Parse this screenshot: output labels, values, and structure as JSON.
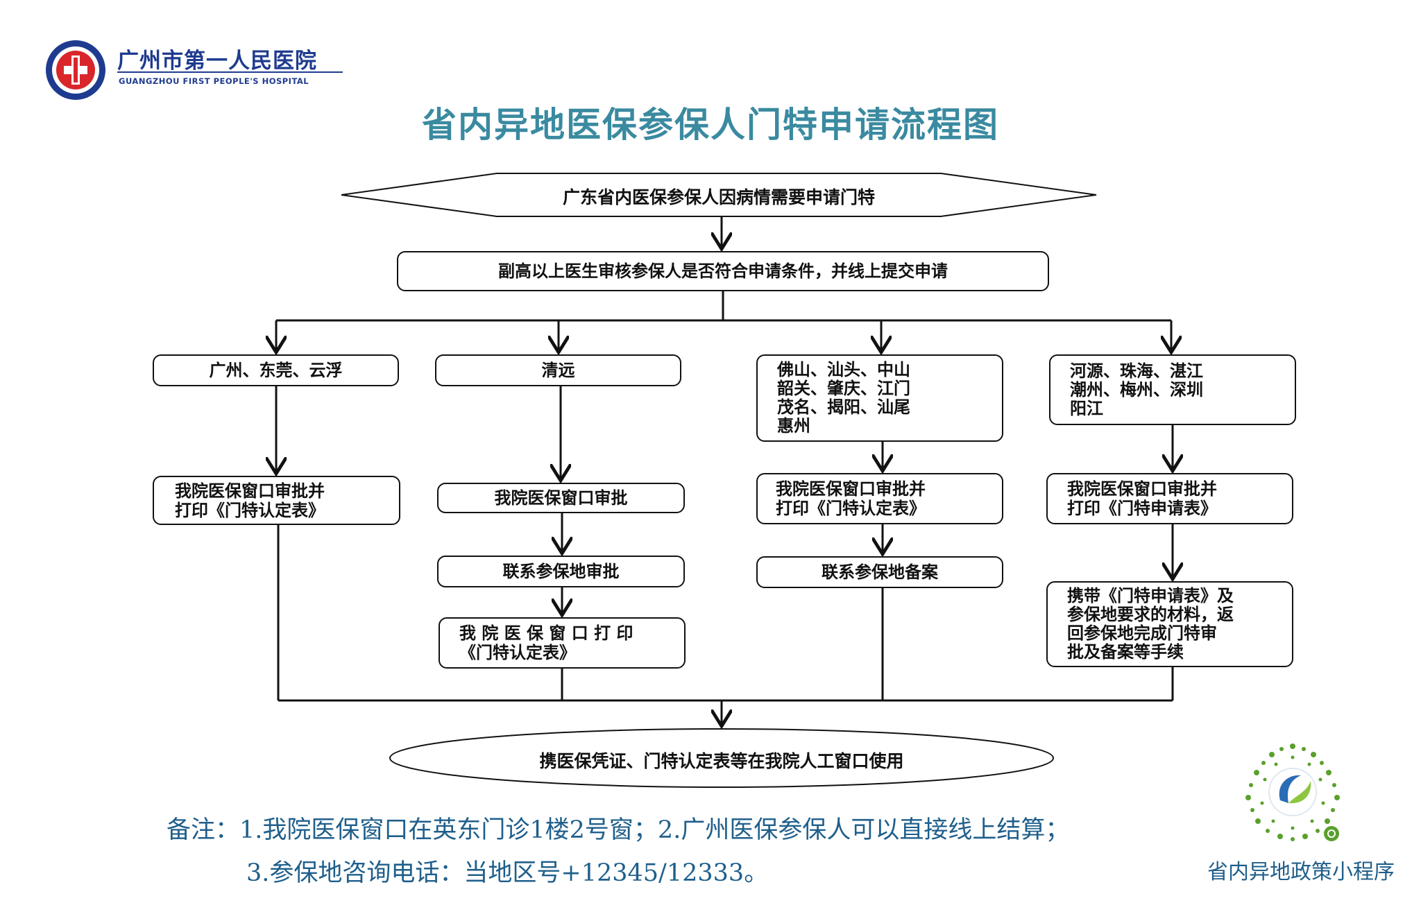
{
  "hospital": {
    "name_cn": "广州市第一人民医院",
    "name_en": "GUANGZHOU FIRST PEOPLE'S HOSPITAL"
  },
  "title": "省内异地医保参保人门特申请流程图",
  "flow": {
    "start": "广东省内医保参保人因病情需要申请门特",
    "review": "副高以上医生审核参保人是否符合申请条件，并线上提交申请",
    "branches": [
      {
        "region": "广州、东莞、云浮",
        "steps": [
          "我院医保窗口审批并\n打印《门特认定表》"
        ]
      },
      {
        "region": "清远",
        "steps": [
          "我院医保窗口审批",
          "联系参保地审批",
          "我 院 医 保 窗 口 打 印\n《门特认定表》"
        ]
      },
      {
        "region": "佛山、汕头、中山\n韶关、肇庆、江门\n茂名、揭阳、汕尾\n惠州",
        "steps": [
          "我院医保窗口审批并\n打印《门特认定表》",
          "联系参保地备案"
        ]
      },
      {
        "region": "河源、珠海、湛江\n潮州、梅州、深圳\n阳江",
        "steps": [
          "我院医保窗口审批并\n打印《门特申请表》",
          "携带《门特申请表》及\n参保地要求的材料，返\n回参保地完成门特审\n批及备案等手续"
        ]
      }
    ],
    "end": "携医保凭证、门特认定表等在我院人工窗口使用"
  },
  "notes": {
    "line1": "备注：1.我院医保窗口在英东门诊1楼2号窗；2.广州医保参保人可以直接线上结算；",
    "line2": "3.参保地咨询电话：当地区号+12345/12333。"
  },
  "qr_caption": "省内异地政策小程序",
  "colors": {
    "title": "#3a8aa0",
    "note": "#1f5f8b",
    "logo": "#1f3b8f",
    "logo_red": "#d9262b",
    "qr_green": "#5aa02c"
  }
}
